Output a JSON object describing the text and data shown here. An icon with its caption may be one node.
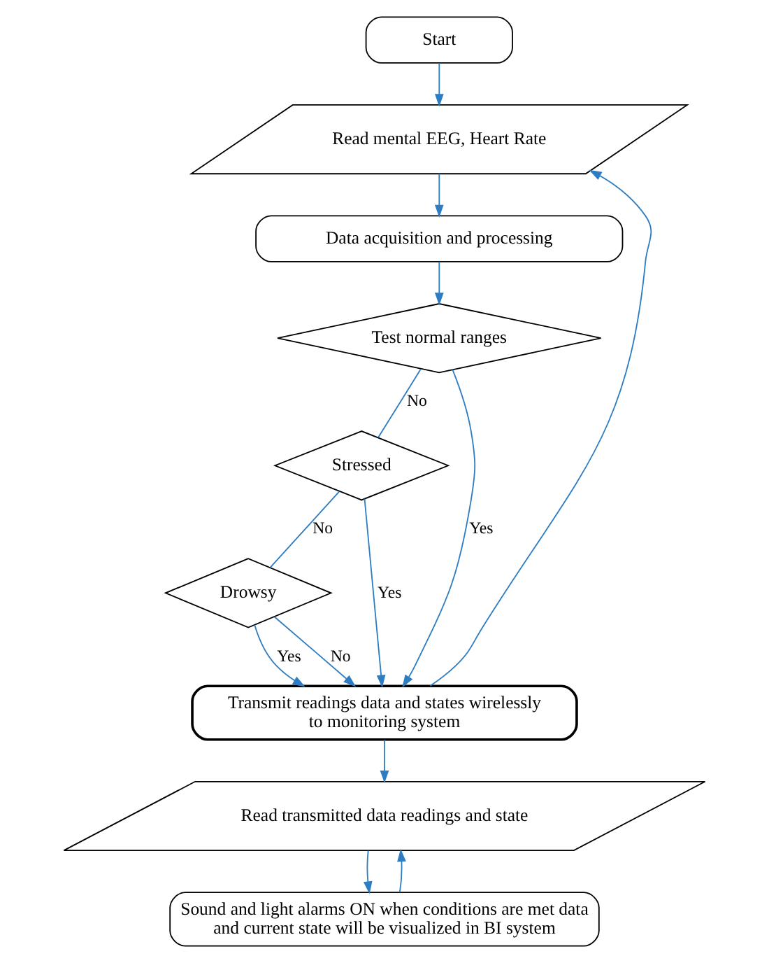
{
  "diagram": {
    "nodes": [
      {
        "text": [
          "Start"
        ]
      },
      {
        "text": [
          "Read mental EEG, Heart Rate"
        ]
      },
      {
        "text": [
          "Data acquisition and processing"
        ]
      },
      {
        "text": [
          "Test normal ranges"
        ]
      },
      {
        "text": [
          "Stressed"
        ]
      },
      {
        "text": [
          "Drowsy"
        ]
      },
      {
        "text": [
          "Transmit readings data and states wirelessly to monitoring system"
        ]
      },
      {
        "text": [
          "Read transmitted data readings and state"
        ]
      },
      {
        "text": [
          "Sound and light alarms ON when conditions are met data and current state will be visualized in BI system"
        ]
      }
    ],
    "edges": [
      {
        "from": 0,
        "to": 1,
        "arrow": "to"
      },
      {
        "from": 1,
        "to": 2,
        "arrow": "to"
      },
      {
        "from": 2,
        "to": 3,
        "arrow": "to"
      },
      {
        "from": 3,
        "to": 4,
        "arrow": "none",
        "label": "No"
      },
      {
        "from": 3,
        "to": 6,
        "arrow": "to",
        "label": "Yes"
      },
      {
        "from": 4,
        "to": 5,
        "arrow": "none",
        "label": "No"
      },
      {
        "from": 4,
        "to": 6,
        "arrow": "to",
        "label": "Yes"
      },
      {
        "from": 5,
        "to": 6,
        "arrow": "to",
        "label": "Yes"
      },
      {
        "from": 5,
        "to": 6,
        "arrow": "to",
        "label": "No"
      },
      {
        "from": 6,
        "to": 1,
        "arrow": "to"
      },
      {
        "from": 6,
        "to": 7,
        "arrow": "to"
      },
      {
        "from": 7,
        "to": 8,
        "arrow": "to"
      },
      {
        "from": 8,
        "to": 7,
        "arrow": "to"
      }
    ]
  }
}
